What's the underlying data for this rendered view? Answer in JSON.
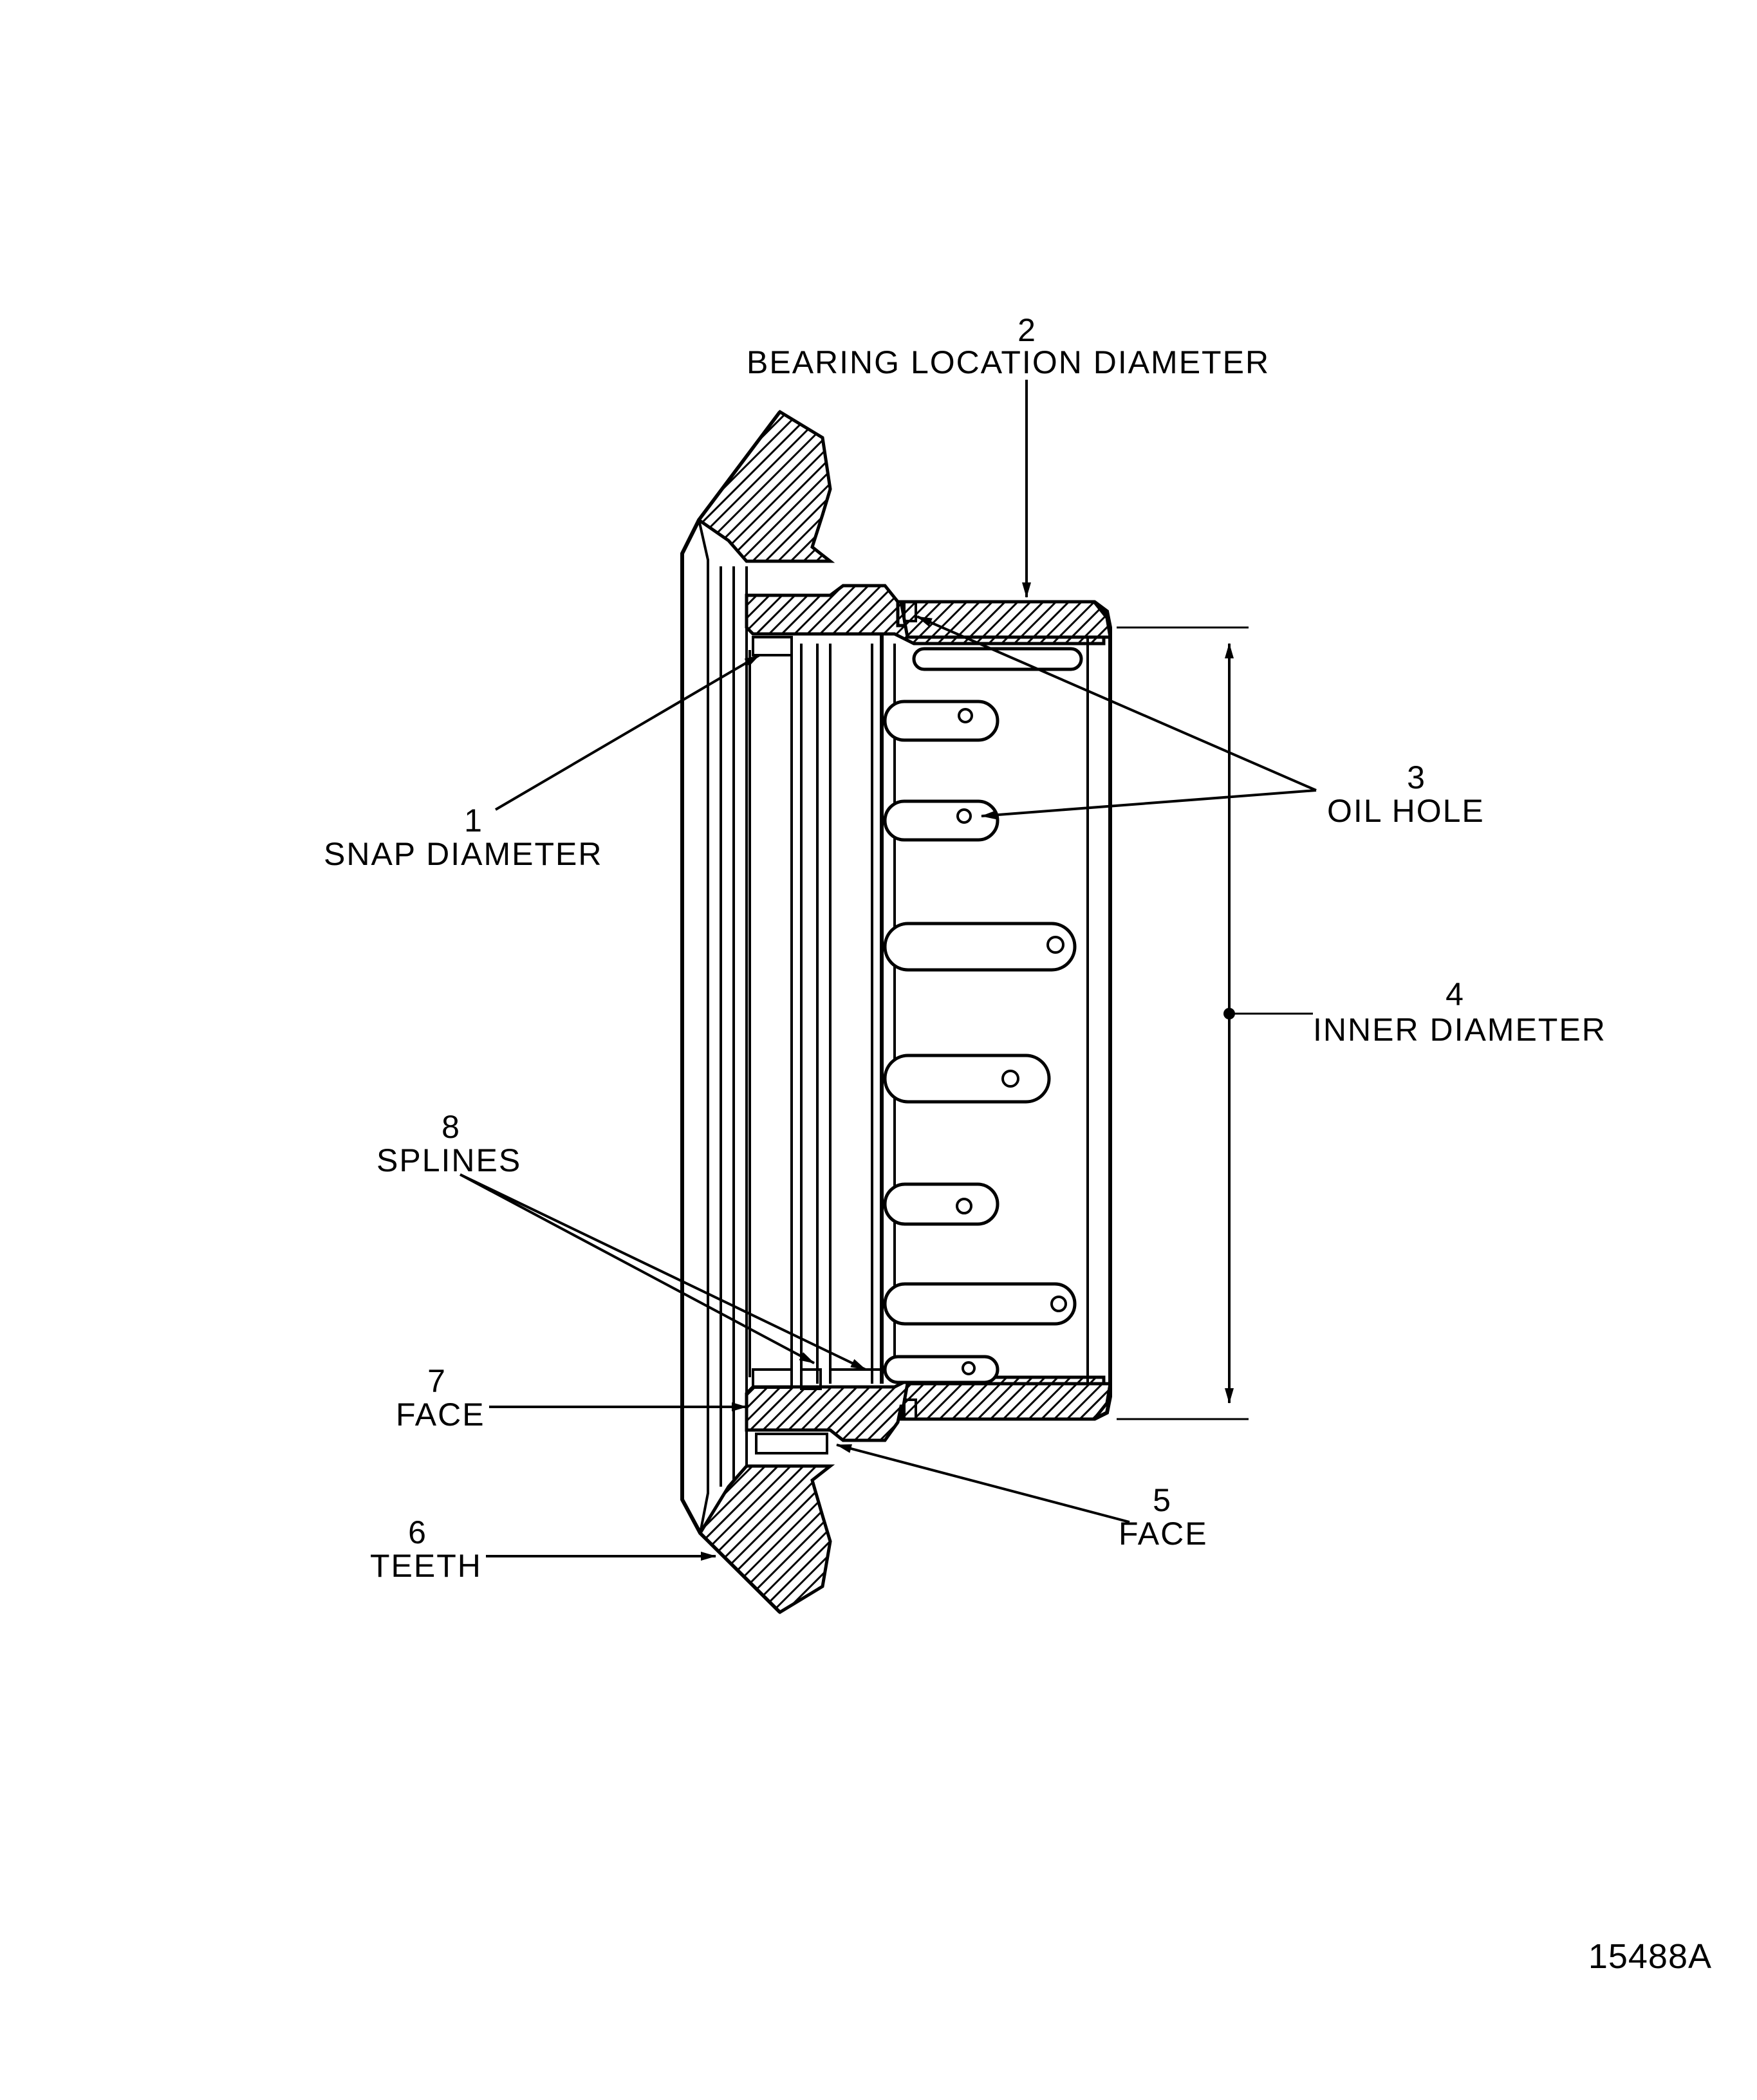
{
  "callouts": [
    {
      "number": "1",
      "label": "SNAP DIAMETER"
    },
    {
      "number": "2",
      "label": "BEARING LOCATION DIAMETER"
    },
    {
      "number": "3",
      "label": "OIL HOLE"
    },
    {
      "number": "4",
      "label": "INNER DIAMETER"
    },
    {
      "number": "5",
      "label": "FACE"
    },
    {
      "number": "6",
      "label": "TEETH"
    },
    {
      "number": "7",
      "label": "FACE"
    },
    {
      "number": "8",
      "label": "SPLINES"
    }
  ],
  "figure_number": "15488A"
}
